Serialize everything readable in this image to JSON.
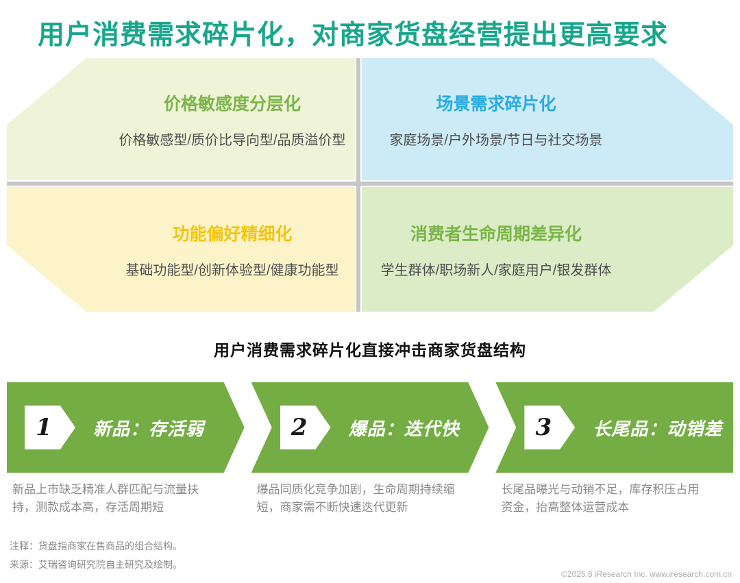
{
  "page": {
    "title": "用户消费需求碎片化，对商家货盘经营提出更高要求",
    "impact_heading": "用户消费需求碎片化直接冲击商家货盘结构"
  },
  "quadrants": [
    {
      "title": "价格敏感度分层化",
      "desc": "价格敏感型/质价比导向型/品质溢价型"
    },
    {
      "title": "场景需求碎片化",
      "desc": "家庭场景/户外场景/节日与社交场景"
    },
    {
      "title": "功能偏好精细化",
      "desc": "基础功能型/创新体验型/健康功能型"
    },
    {
      "title": "消费者生命周期差异化",
      "desc": "学生群体/职场新人/家庭用户/银发群体"
    }
  ],
  "impact_steps": [
    {
      "num": "1",
      "label": "新品：存活弱",
      "desc": "新品上市缺乏精准人群匹配与流量扶持，测款成本高，存活周期短"
    },
    {
      "num": "2",
      "label": "爆品：迭代快",
      "desc": "爆品同质化竞争加剧，生命周期持续缩短，商家需不断快速迭代更新"
    },
    {
      "num": "3",
      "label": "长尾品：动销差",
      "desc": "长尾品曝光与动销不足，库存积压占用资金，抬高整体运营成本"
    }
  ],
  "footer": {
    "note": "注释：货盘指商家在售商品的组合结构。",
    "source": "来源：艾瑞咨询研究院自主研究及绘制。",
    "copyright": "©2025.8 iResearch Inc. www.iresearch.com.cn"
  },
  "colors": {
    "title-color": "#18A68C",
    "green": "#7AB648",
    "blue": "#29ABE2",
    "yellow": "#F2C50F",
    "banner-green": "#74AD44",
    "q1-bg": "#EFF3D8",
    "q2-bg": "#CDEBF6",
    "q3-bg": "#FDF3C8",
    "q4-bg": "#DBECC7",
    "divider": "#C6C6C6"
  }
}
